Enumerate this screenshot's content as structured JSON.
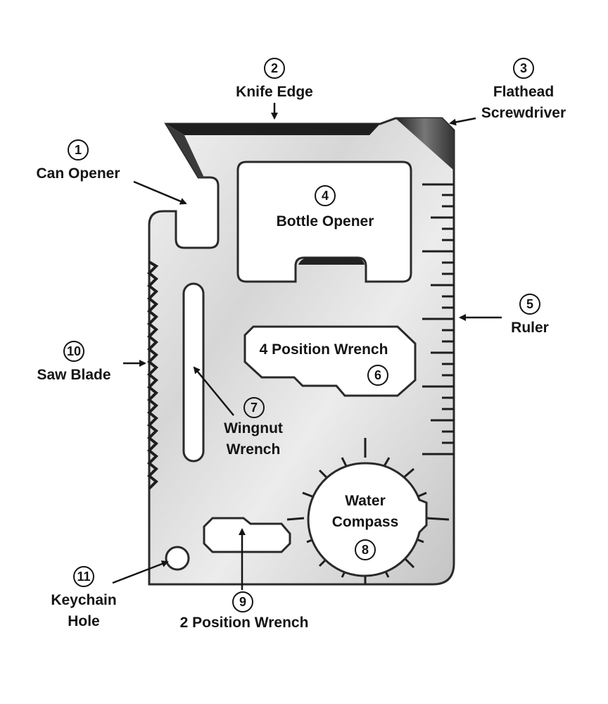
{
  "title": "Multi-tool card diagram",
  "colors": {
    "steel_light": "#e4e4e4",
    "steel_dark": "#9a9a9a",
    "edge": "#2a2a2a",
    "ink": "#141414"
  },
  "callouts": [
    {
      "num": "1",
      "label": "Can Opener"
    },
    {
      "num": "2",
      "label": "Knife Edge"
    },
    {
      "num": "3",
      "label": "Flathead",
      "label2": "Screwdriver"
    },
    {
      "num": "4",
      "label": "Bottle Opener"
    },
    {
      "num": "5",
      "label": "Ruler"
    },
    {
      "num": "6",
      "label": "4 Position Wrench"
    },
    {
      "num": "7",
      "label": "Wingnut",
      "label2": "Wrench"
    },
    {
      "num": "8",
      "label": "Water",
      "label2": "Compass"
    },
    {
      "num": "9",
      "label": "2 Position Wrench"
    },
    {
      "num": "10",
      "label": "Saw Blade"
    },
    {
      "num": "11",
      "label": "Keychain",
      "label2": "Hole"
    }
  ]
}
